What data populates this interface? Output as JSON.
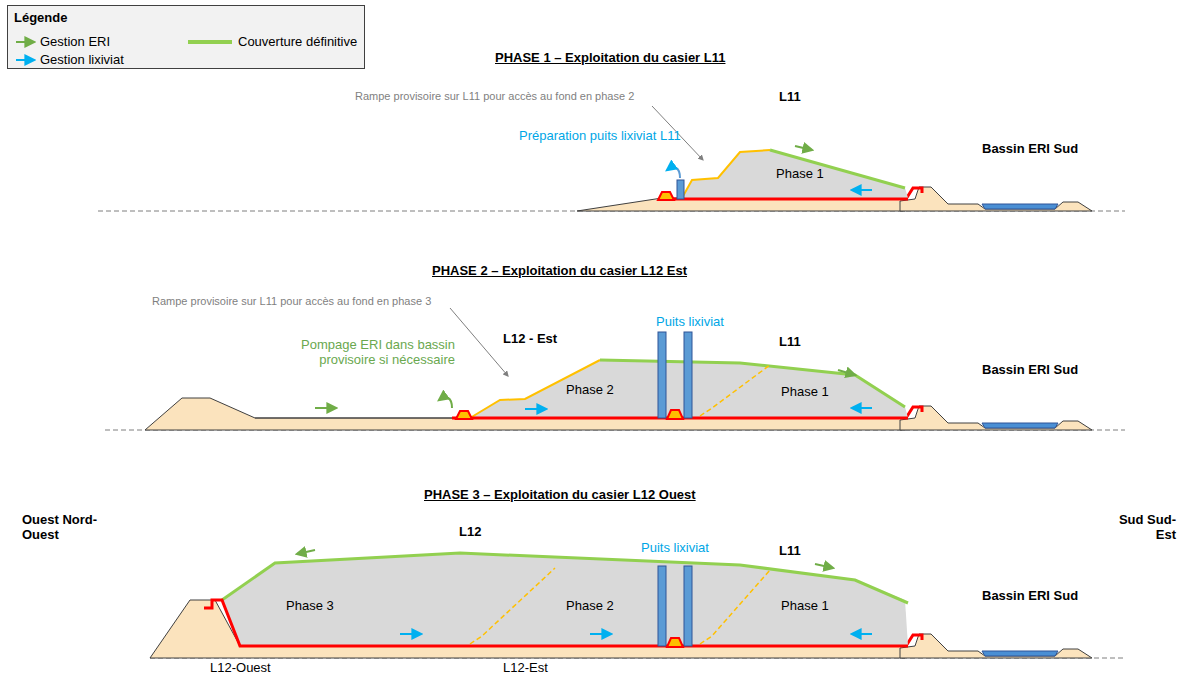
{
  "diagram": {
    "labels": [
      "Légende",
      "PHASE 1 – Exploitation du casier L11",
      "L11",
      "Rampe provisoire sur L11 pour accès au fond en phase 2",
      "Préparation puits lixiviat L11",
      "Phase 1",
      "Bassin ERI Sud",
      "PHASE 2 – Exploitation du casier L12 Est",
      "Rampe provisoire sur L11 pour accès au fond en phase 3",
      "L12 - Est",
      "Puits lixiviat",
      "L11",
      "Pompage ERI dans bassin provisoire si nécessaire",
      "Phase 2",
      "Phase 1",
      "Bassin ERI Sud",
      "PHASE 3 – Exploitation du casier L12 Ouest",
      "Ouest Nord-Ouest",
      "Sud Sud-Est",
      "L12",
      "Puits lixiviat",
      "L11",
      "Phase 3",
      "Phase 2",
      "Phase 1",
      "Bassin ERI Sud",
      "L12-Ouest",
      "L12-Est"
    ],
    "legend": [
      {
        "text": "Gestion ERI"
      },
      {
        "text": "Couverture définitive"
      },
      {
        "text": "Gestion lixiviat"
      }
    ]
  }
}
